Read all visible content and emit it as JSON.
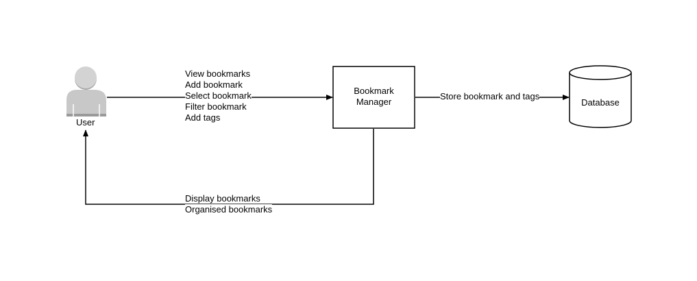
{
  "actor": {
    "label": "User",
    "icon": "person-icon",
    "color": "#c0c0c0"
  },
  "process": {
    "line1": "Bookmark",
    "line2": "Manager"
  },
  "datastore": {
    "label": "Database",
    "icon": "database-cylinder-icon"
  },
  "flows": {
    "user_to_manager": [
      "View bookmarks",
      "Add bookmark",
      "Select bookmark",
      "Filter bookmark",
      "Add tags"
    ],
    "manager_to_database": "Store bookmark and tags",
    "manager_to_user": [
      "Display bookmarks",
      "Organised bookmarks"
    ]
  }
}
